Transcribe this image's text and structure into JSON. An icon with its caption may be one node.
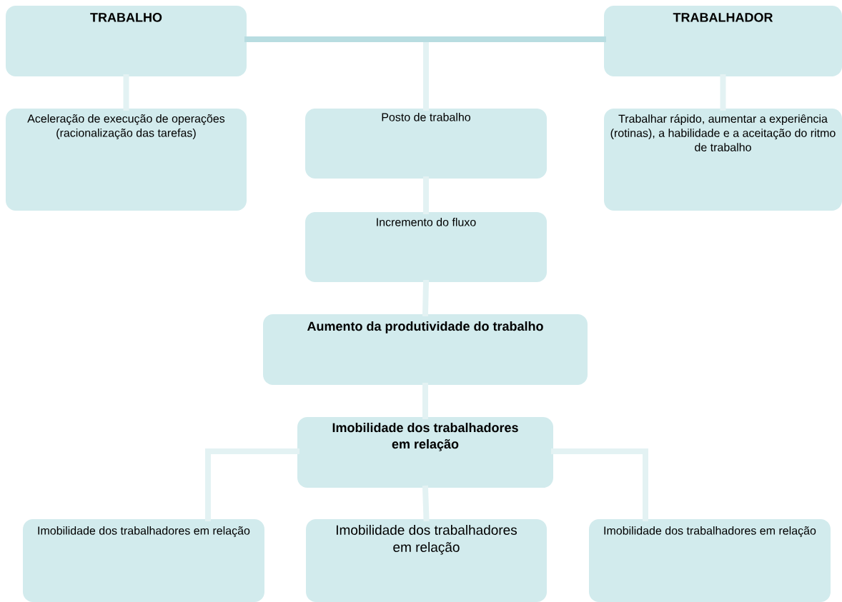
{
  "diagram": {
    "nodes": [
      {
        "text": [
          "TRABALHO"
        ]
      },
      {
        "text": [
          "TRABALHADOR"
        ]
      },
      {
        "text": [
          "Aceleração de execução de operações (racionalização das tarefas)"
        ]
      },
      {
        "text": [
          "Posto de trabalho"
        ]
      },
      {
        "text": [
          "Trabalhar rápido, aumentar a experiência (rotinas), a habilidade e a aceitação do ritmo de trabalho"
        ]
      },
      {
        "text": [
          "Incremento do fluxo"
        ]
      },
      {
        "text": [
          "Aumento da produtividade do trabalho"
        ]
      },
      {
        "text": [
          "Imobilidade dos trabalhadores em relação"
        ]
      },
      {
        "text": [
          "Imobilidade dos trabalhadores em relação"
        ]
      },
      {
        "text": [
          "Imobilidade dos trabalhadores em relação"
        ]
      },
      {
        "text": [
          "Imobilidade dos trabalhadores em relação"
        ]
      }
    ],
    "edges": [
      {
        "from": 0,
        "to": 1,
        "arrow": "none",
        "color": "#b8dde1"
      },
      {
        "from": 0,
        "to": 3,
        "arrow": "none"
      },
      {
        "from": 0,
        "to": 2,
        "arrow": "none"
      },
      {
        "from": 1,
        "to": 4,
        "arrow": "none"
      },
      {
        "from": 3,
        "to": 5,
        "arrow": "none"
      },
      {
        "from": 5,
        "to": 6,
        "arrow": "none"
      },
      {
        "from": 6,
        "to": 7,
        "arrow": "none"
      },
      {
        "from": 7,
        "to": 8,
        "arrow": "none"
      },
      {
        "from": 7,
        "to": 9,
        "arrow": "none"
      },
      {
        "from": 7,
        "to": 10,
        "arrow": "none"
      }
    ]
  }
}
